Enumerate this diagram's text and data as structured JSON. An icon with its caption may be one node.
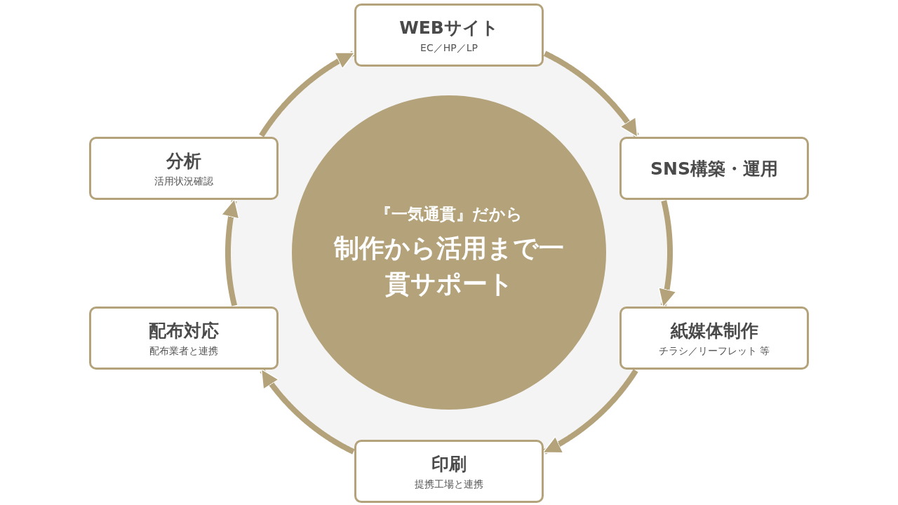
{
  "diagram": {
    "nodes": [
      {
        "text": [
          "『一気通貫』だから",
          "制作から活用まで一貫サポート"
        ]
      },
      {
        "text": [
          "WEBサイト",
          "EC／HP／LP"
        ]
      },
      {
        "text": [
          "SNS構築・運用"
        ]
      },
      {
        "text": [
          "紙媒体制作",
          "チラシ／リーフレット 等"
        ]
      },
      {
        "text": [
          "印刷",
          "提携工場と連携"
        ]
      },
      {
        "text": [
          "配布対応",
          "配布業者と連携"
        ]
      },
      {
        "text": [
          "分析",
          "活用状況確認"
        ]
      }
    ],
    "edges": [
      {
        "from": 1,
        "to": 2,
        "arrow": "to"
      },
      {
        "from": 2,
        "to": 3,
        "arrow": "to"
      },
      {
        "from": 3,
        "to": 4,
        "arrow": "to"
      },
      {
        "from": 4,
        "to": 5,
        "arrow": "to"
      },
      {
        "from": 5,
        "to": 6,
        "arrow": "to"
      },
      {
        "from": 6,
        "to": 1,
        "arrow": "to"
      }
    ]
  }
}
